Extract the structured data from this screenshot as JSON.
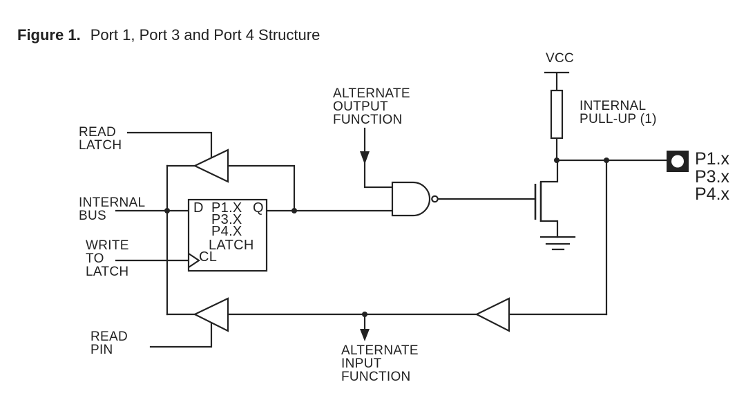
{
  "figure": {
    "caption_label": "Figure 1.",
    "caption_text": "Port 1, Port 3 and Port 4 Structure"
  },
  "labels": {
    "read_latch": "READ\nLATCH",
    "internal_bus": "INTERNAL\nBUS",
    "write_to_latch": "WRITE\nTO\nLATCH",
    "read_pin": "READ\nPIN",
    "alternate_output_function": "ALTERNATE\nOUTPUT\nFUNCTION",
    "alternate_input_function": "ALTERNATE\nINPUT\nFUNCTION",
    "vcc": "VCC",
    "internal_pullup": "INTERNAL\nPULL-UP (1)",
    "pin_names": "P1.x\nP3.x\nP4.x"
  },
  "latch": {
    "d_pin": "D",
    "q_pin": "Q",
    "clock_pin": "CL",
    "register_names": "P1.X\nP3.X\nP4.X",
    "register_word": "LATCH"
  },
  "colors": {
    "ink": "#222222",
    "background": "#ffffff"
  }
}
